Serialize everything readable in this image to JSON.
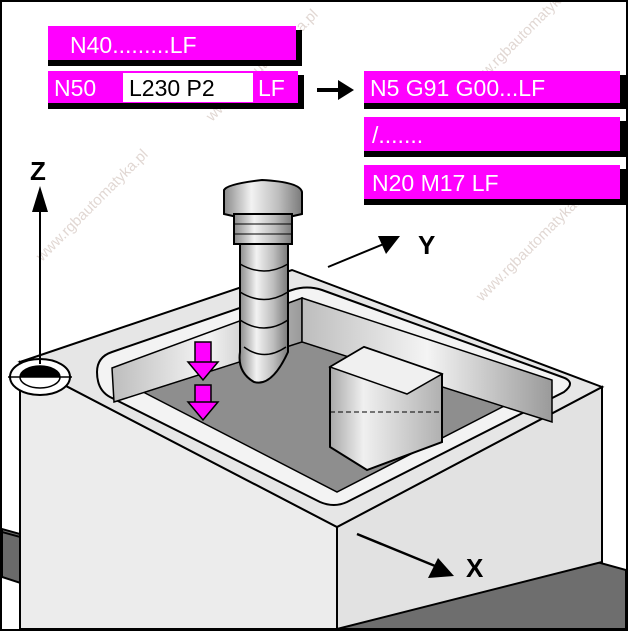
{
  "blocks": {
    "n40": "N40.........LF",
    "n50_a": "N50",
    "n50_call": "L230 P2",
    "n50_lf": "LF",
    "sub_first": "N5 G91 G00...LF",
    "sub_mid": "/.......",
    "sub_last": "N20 M17 LF"
  },
  "axes": {
    "z": "Z",
    "y": "Y",
    "x": "X"
  },
  "watermark": "www.rgbautomatyka.pl",
  "colors": {
    "magenta": "#ff00ff",
    "pocket_floor": "#8e8e8e",
    "base": "#6e6e6e",
    "work_top": "#e8e8e8"
  }
}
